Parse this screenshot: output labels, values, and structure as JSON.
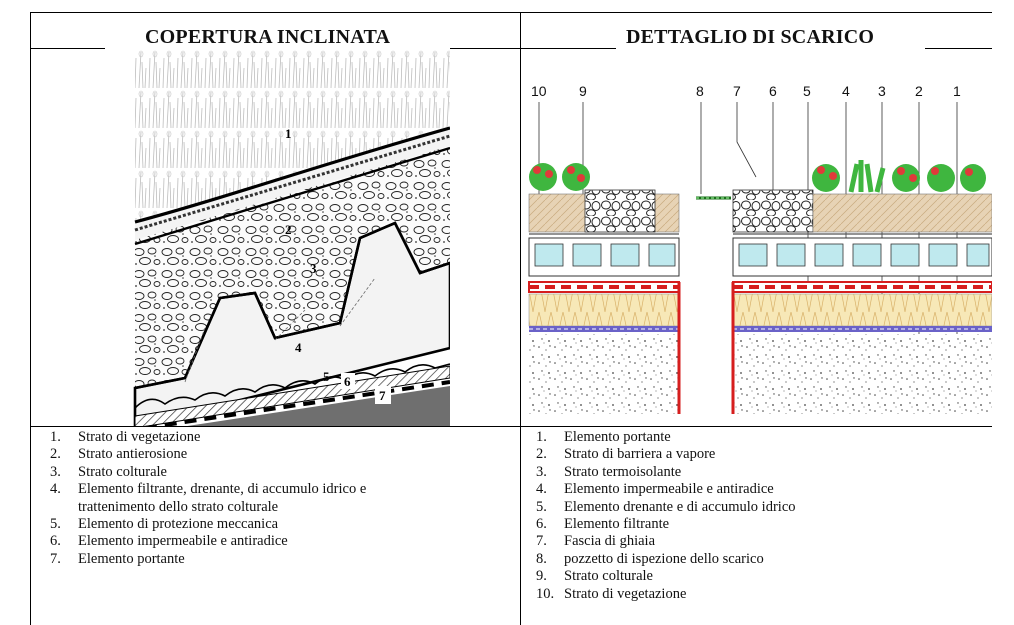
{
  "left_panel": {
    "title": "COPERTURA INCLINATA",
    "figure_labels": [
      "1",
      "2",
      "3",
      "4",
      "5",
      "6",
      "7"
    ],
    "legend": [
      {
        "num": "1.",
        "text": "Strato di vegetazione"
      },
      {
        "num": "2.",
        "text": "Strato antierosione"
      },
      {
        "num": "3.",
        "text": "Strato colturale"
      },
      {
        "num": "4.",
        "text": "Elemento filtrante, drenante, di accumulo idrico e"
      },
      {
        "num": "",
        "text": "trattenimento dello strato colturale"
      },
      {
        "num": "5.",
        "text": "Elemento di protezione meccanica"
      },
      {
        "num": "6.",
        "text": "Elemento impermeabile e antiradice"
      },
      {
        "num": "7.",
        "text": "Elemento portante"
      }
    ]
  },
  "right_panel": {
    "title": "DETTAGLIO DI SCARICO",
    "figure_labels": [
      "10",
      "9",
      "8",
      "7",
      "6",
      "5",
      "4",
      "3",
      "2",
      "1"
    ],
    "legend": [
      {
        "num": "1.",
        "text": "Elemento portante"
      },
      {
        "num": "2.",
        "text": "Strato di barriera a vapore"
      },
      {
        "num": "3.",
        "text": "Strato termoisolante"
      },
      {
        "num": "4.",
        "text": "Elemento impermeabile e antiradice"
      },
      {
        "num": "5.",
        "text": "Elemento drenante e di accumulo idrico"
      },
      {
        "num": "6.",
        "text": "Elemento filtrante"
      },
      {
        "num": "7.",
        "text": "Fascia di ghiaia"
      },
      {
        "num": "8.",
        "text": "pozzetto di ispezione dello scarico"
      },
      {
        "num": "9.",
        "text": "Strato colturale"
      },
      {
        "num": "10.",
        "text": "Strato di vegetazione"
      }
    ]
  },
  "colors": {
    "soil": "#e7d3b5",
    "insulation": "#f7e8b7",
    "drainage_water": "#bfe9ee",
    "membrane_red": "#d61e1e",
    "vapour_barrier": "#6a62c8",
    "plant_green": "#3fb63f",
    "flower_red": "#e03a3a",
    "structure_gray": "#7a7a7a"
  }
}
